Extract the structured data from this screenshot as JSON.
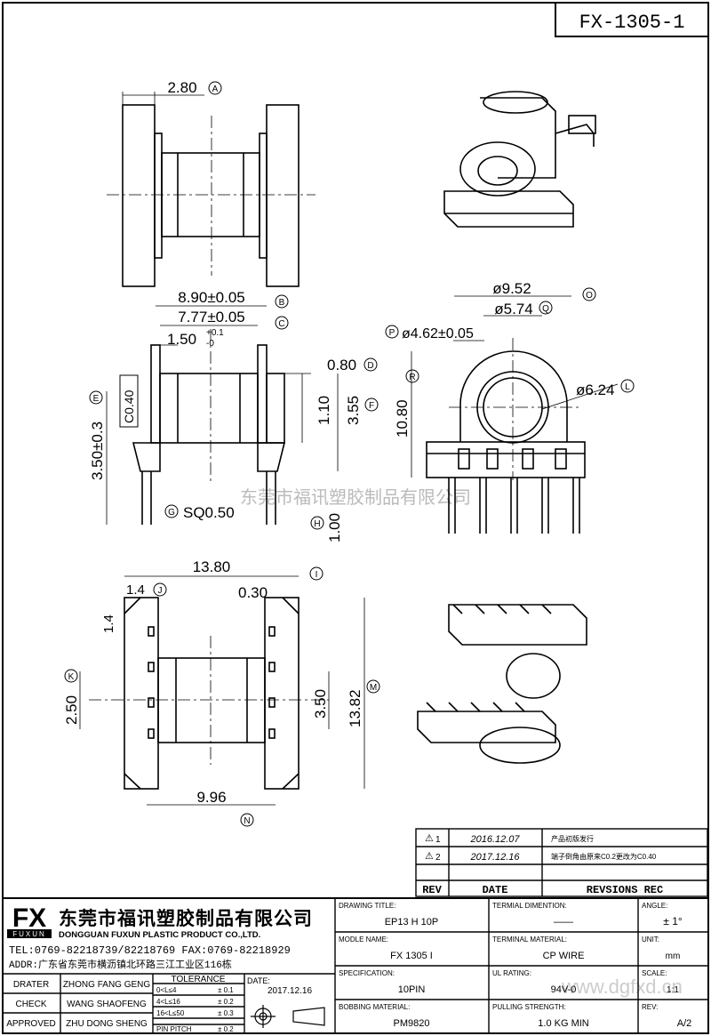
{
  "drawing_number": "FX-1305-1",
  "dimensions": {
    "d_280": "2.80",
    "tag_A": "A",
    "d_890": "8.90±0.05",
    "tag_B": "B",
    "d_777": "7.77±0.05",
    "tag_C": "C",
    "d_150": "1.50",
    "d_150_tol_up": "+0.1",
    "d_150_tol_dn": "-0",
    "d_080": "0.80",
    "tag_D": "D",
    "d_110": "1.10",
    "d_355": "3.55",
    "tag_F": "F",
    "d_c040": "C0.40",
    "d_350": "3.50±0.3",
    "tag_E": "E",
    "d_sq050": "SQ0.50",
    "tag_G": "G",
    "d_100": "1.00",
    "tag_H": "H",
    "d_952": "ø9.52",
    "tag_O": "O",
    "d_574": "ø5.74",
    "tag_Q": "Q",
    "d_462": "ø4.62±0.05",
    "tag_P": "P",
    "d_1080": "10.80",
    "tag_R": "R",
    "d_624": "ø6.24",
    "tag_L": "L",
    "d_1380": "13.80",
    "tag_I": "I",
    "d_14a": "1.4",
    "tag_J": "J",
    "d_030": "0.30",
    "d_14b": "1.4",
    "d_250": "2.50",
    "tag_K": "K",
    "d_350b": "3.50",
    "d_1382": "13.82",
    "tag_M": "M",
    "d_996": "9.96",
    "tag_N": "N"
  },
  "watermark": "东莞市福讯塑胶制品有限公司",
  "watermark_url": "www.dgfxd.cn",
  "revisions": {
    "rows": [
      {
        "rev": "1",
        "date": "2016.12.07",
        "rec": "产品初版发行"
      },
      {
        "rev": "2",
        "date": "2017.12.16",
        "rec": "端子倒角由原来C0.2更改为C0.40"
      }
    ],
    "header": {
      "rev": "REV",
      "date": "DATE",
      "rec": "REVSIONS REC"
    }
  },
  "company": {
    "logo": "FX",
    "logo_sub": "FUXUN",
    "name_cn": "东莞市福讯塑胶制品有限公司",
    "name_en": "DONGGUAN FUXUN PLASTIC PRODUCT CO.,LTD.",
    "tel": "TEL:0769-82218739/82218769 FAX:0769-82218929",
    "addr": "ADDR:广东省东莞市横沥镇北环路三江工业区116栋"
  },
  "title_block": {
    "drawing_title_label": "DRAWING TITLE:",
    "drawing_title": "EP13 H 10P",
    "terminal_dimention_label": "TERMIAL DIMENTION:",
    "terminal_dimention": "——",
    "angle_label": "ANGLE:",
    "angle": "± 1°",
    "model_name_label": "MODLE NAME:",
    "model_name": "FX 1305 I",
    "terminal_material_label": "TERMINAL MATERIAL:",
    "terminal_material": "CP WIRE",
    "unit_label": "UNIT:",
    "unit": "mm",
    "specification_label": "SPECIFICATION:",
    "specification": "10PIN",
    "ul_rating_label": "UL RATING:",
    "ul_rating": "94V-0",
    "scale_label": "SCALE:",
    "scale": "1:1",
    "bobbing_material_label": "BOBBING MATERIAL:",
    "bobbing_material": "PM9820",
    "pulling_strength_label": "PULLING STRENGTH:",
    "pulling_strength": "1.0 KG MIN",
    "rev_label": "REV:",
    "rev": "A/2",
    "drater_label": "DRATER",
    "drater": "ZHONG FANG GENG",
    "check_label": "CHECK",
    "check": "WANG SHAOFENG",
    "approved_label": "APPROVED",
    "approved": "ZHU DONG SHENG",
    "tolerance_label": "TOLERANCE",
    "tol_1": "0<L≤4",
    "tol_1v": "± 0.1",
    "tol_2": "4<L≤16",
    "tol_2v": "± 0.2",
    "tol_3": "16<L≤50",
    "tol_3v": "± 0.3",
    "tol_4": "PIN PITCH",
    "tol_4v": "± 0.2",
    "date_label": "DATE:",
    "date": "2017.12.16"
  }
}
